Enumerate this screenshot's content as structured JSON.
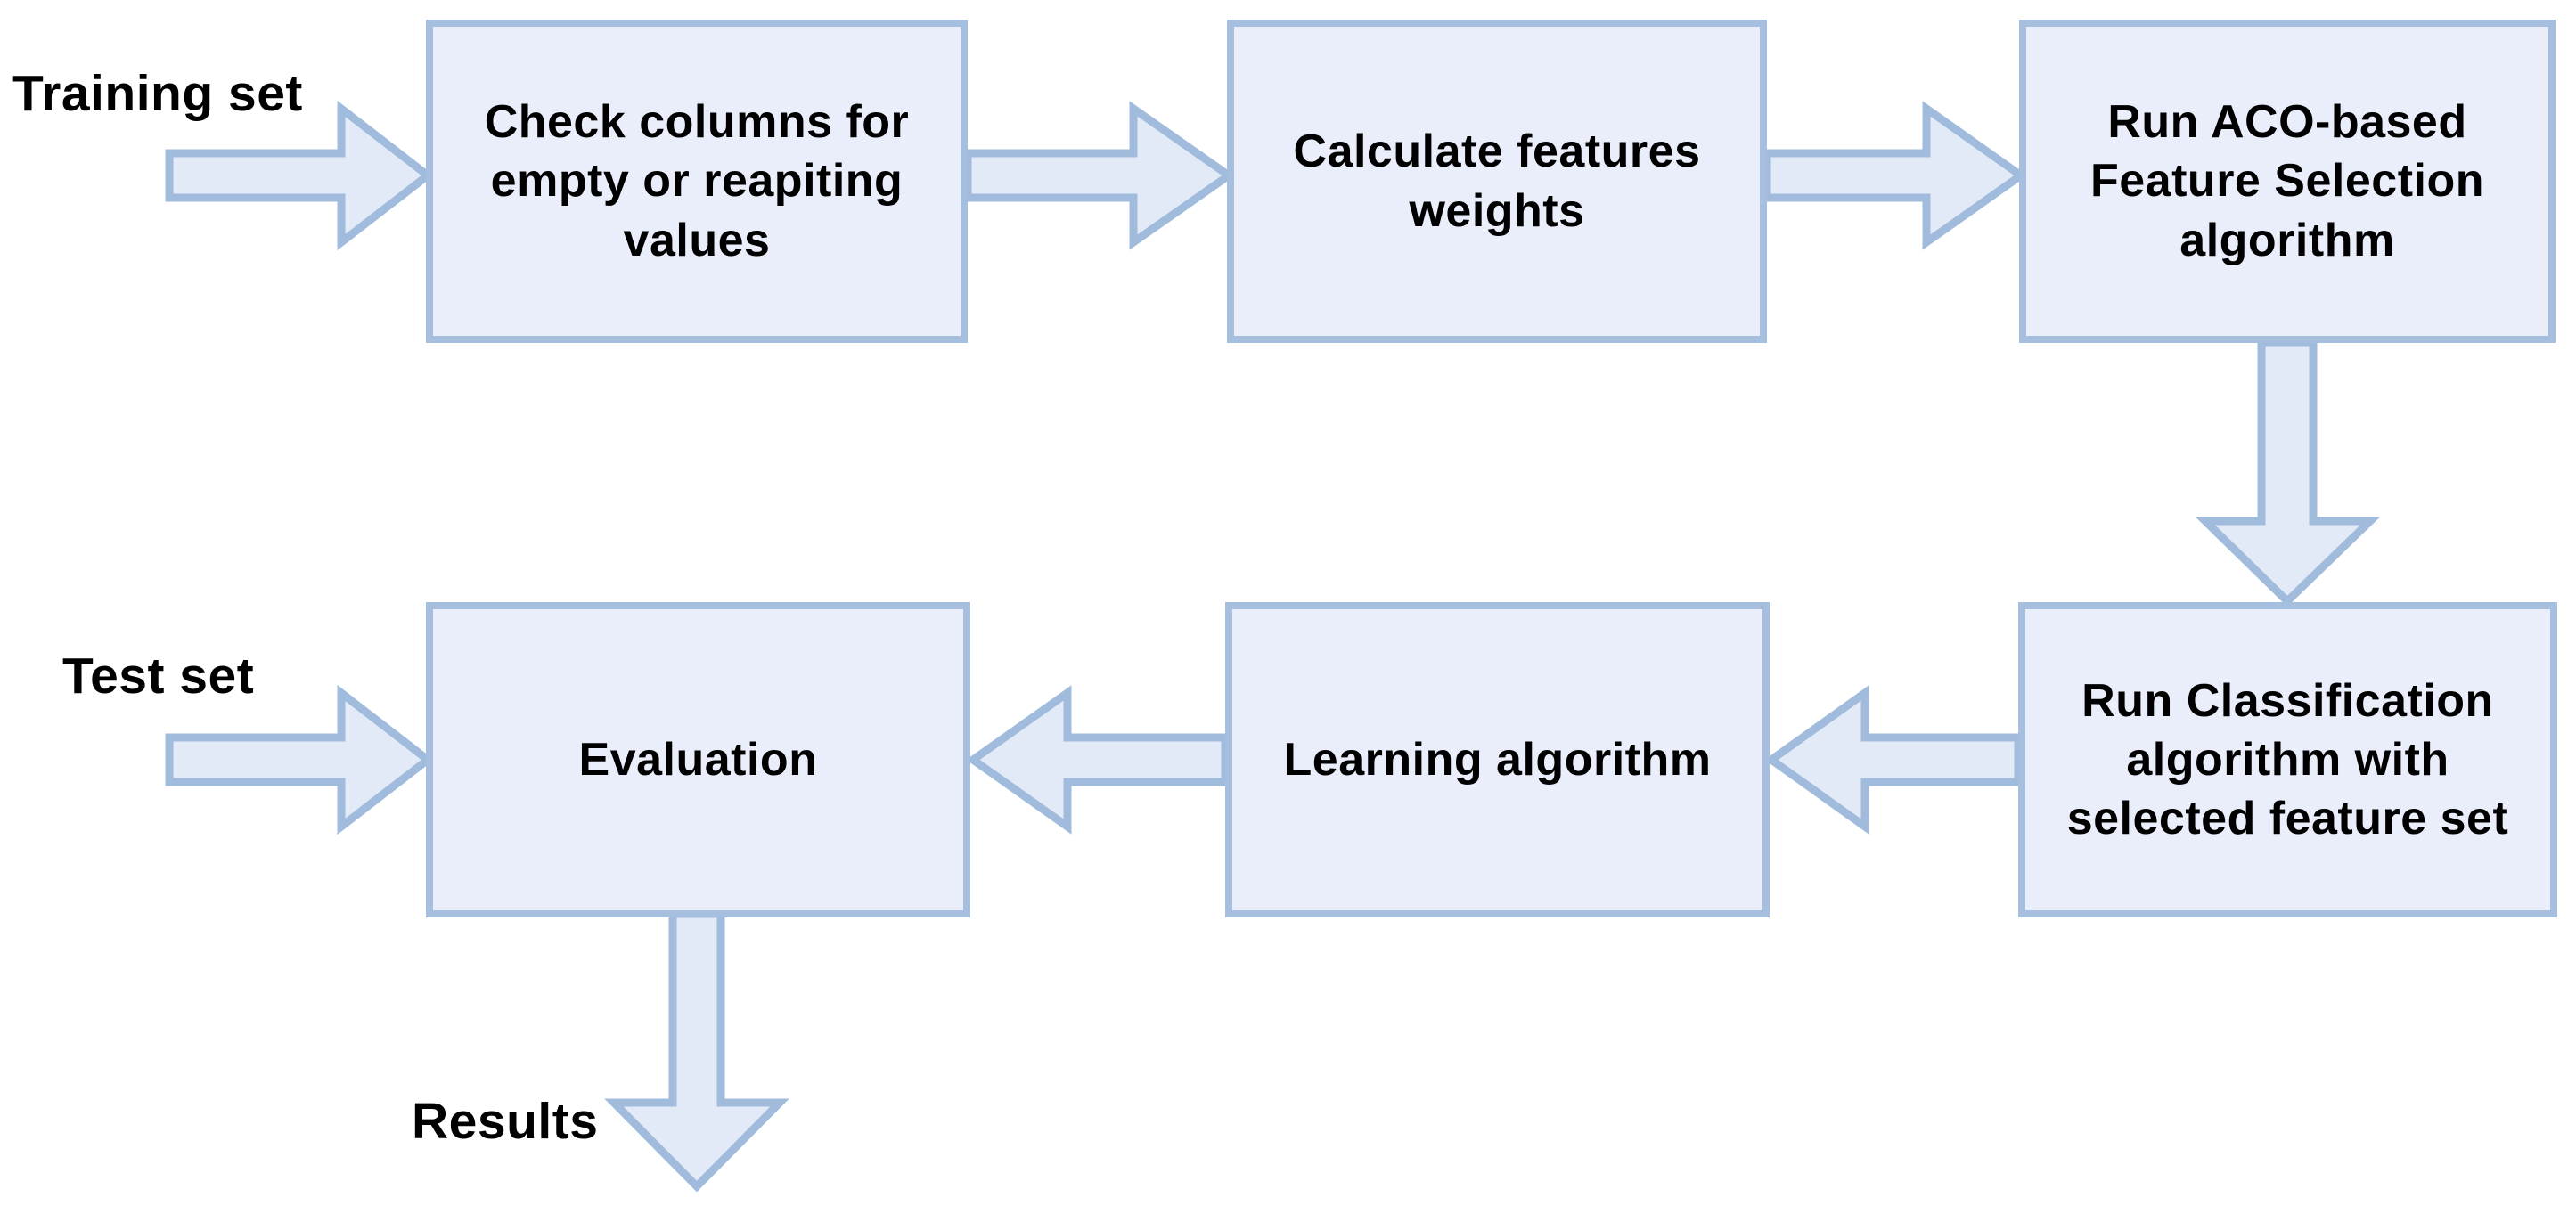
{
  "diagram": {
    "title": "ACO-based feature selection workflow",
    "labels": {
      "training_set": "Training set",
      "test_set": "Test set",
      "results": "Results"
    },
    "boxes": {
      "check_columns": "Check columns for\nempty or reapiting\nvalues",
      "calculate_weights": "Calculate features\nweights",
      "run_aco": "Run ACO-based\nFeature Selection\nalgorithm",
      "run_classification": "Run Classification\nalgorithm with\nselected feature set",
      "learning_algorithm": "Learning algorithm",
      "evaluation": "Evaluation"
    },
    "arrows": [
      {
        "name": "arrow-training-input",
        "from": "Training set",
        "to": "Check columns for empty or reapiting values",
        "direction": "right"
      },
      {
        "name": "arrow-check-to-calculate",
        "from": "Check columns for empty or reapiting values",
        "to": "Calculate features weights",
        "direction": "right"
      },
      {
        "name": "arrow-calculate-to-aco",
        "from": "Calculate features weights",
        "to": "Run ACO-based Feature Selection algorithm",
        "direction": "right"
      },
      {
        "name": "arrow-aco-to-classification",
        "from": "Run ACO-based Feature Selection algorithm",
        "to": "Run Classification algorithm with selected feature set",
        "direction": "down"
      },
      {
        "name": "arrow-classification-to-learning",
        "from": "Run Classification algorithm with selected feature set",
        "to": "Learning algorithm",
        "direction": "left"
      },
      {
        "name": "arrow-learning-to-evaluation",
        "from": "Learning algorithm",
        "to": "Evaluation",
        "direction": "left"
      },
      {
        "name": "arrow-test-input",
        "from": "Test set",
        "to": "Evaluation",
        "direction": "right"
      },
      {
        "name": "arrow-evaluation-to-results",
        "from": "Evaluation",
        "to": "Results",
        "direction": "down"
      }
    ],
    "colors": {
      "background": "#ffffff",
      "box_fill": "#e9eefa",
      "box_border": "#a6bfdf",
      "arrow_fill": "#e2eaf7",
      "arrow_border": "#a0bbdc",
      "text": "#000000"
    }
  }
}
